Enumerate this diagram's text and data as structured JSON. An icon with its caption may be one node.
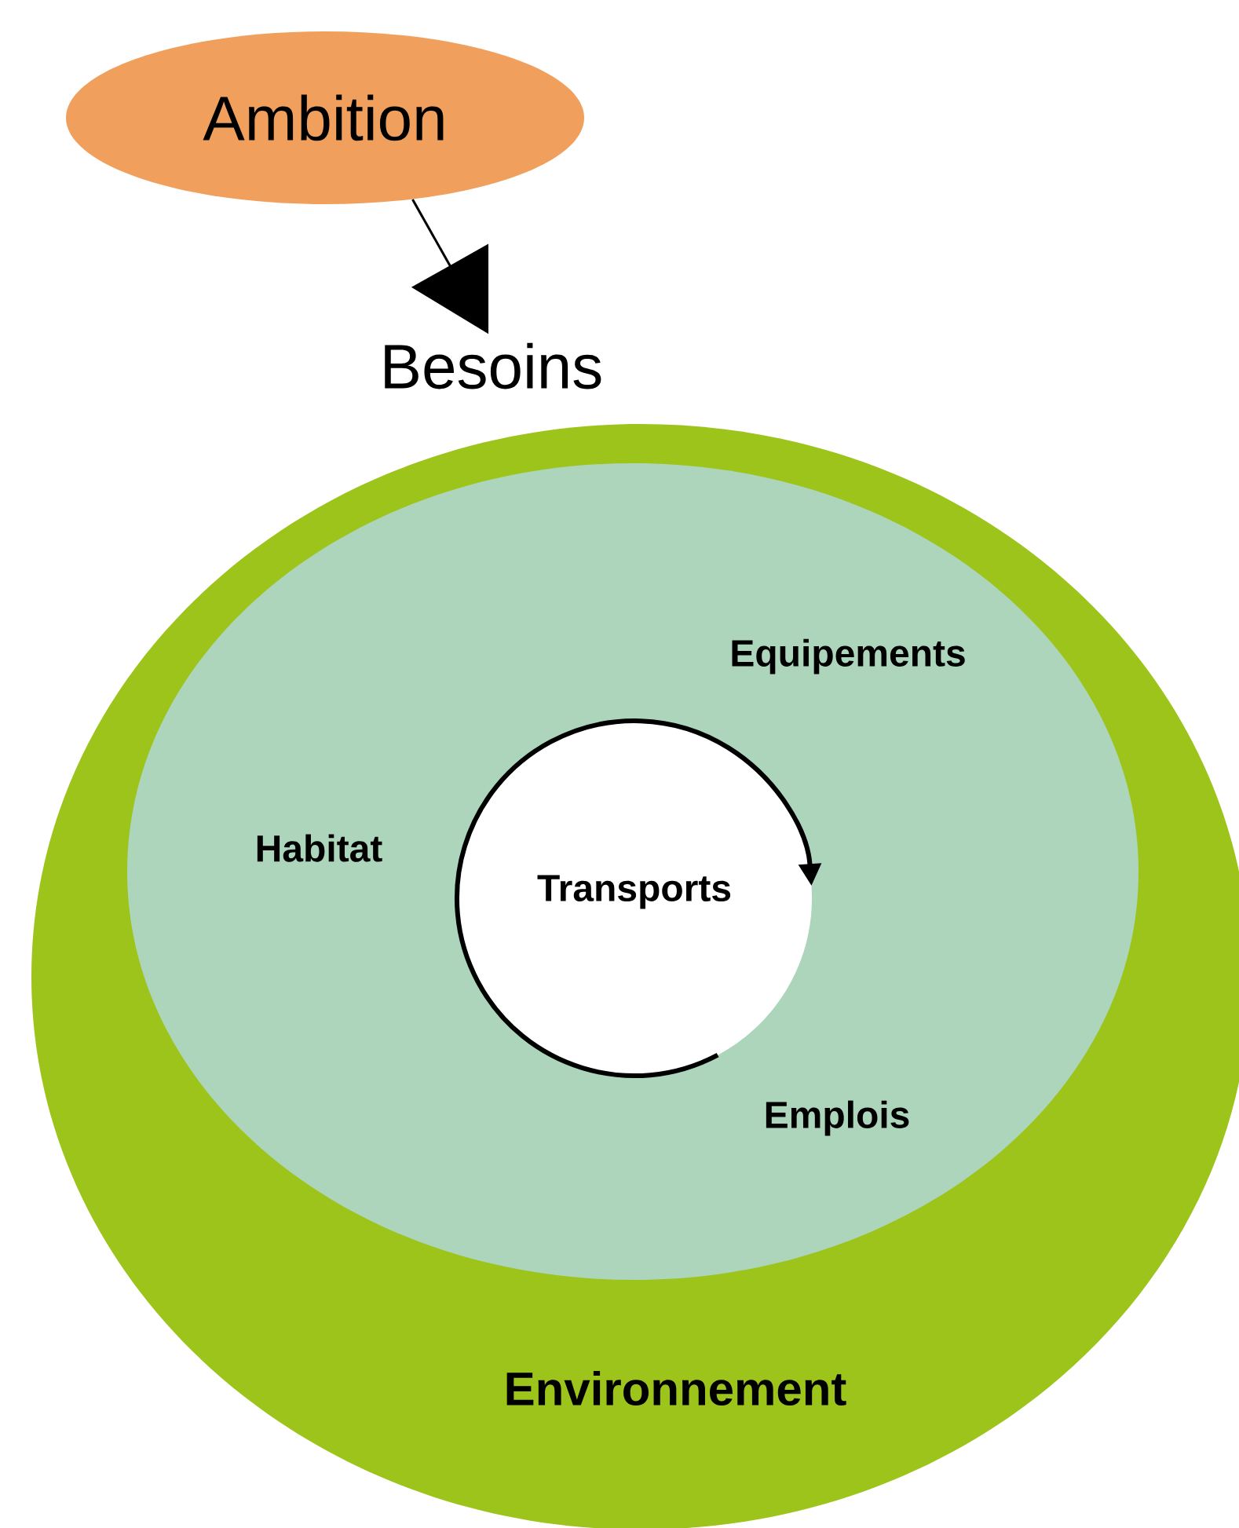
{
  "diagram": {
    "nodes": [
      {
        "text": [
          "Ambition"
        ]
      },
      {
        "text": [
          "Besoins"
        ]
      },
      {
        "text": [
          "Environnement"
        ]
      },
      {
        "text": [
          "Equipements",
          "Habitat",
          "Emplois"
        ],
        "in": 2
      },
      {
        "text": [
          "Transports"
        ],
        "in": 3
      }
    ],
    "edges": [
      {
        "from": 0,
        "to": 1,
        "arrow": "to"
      }
    ]
  }
}
